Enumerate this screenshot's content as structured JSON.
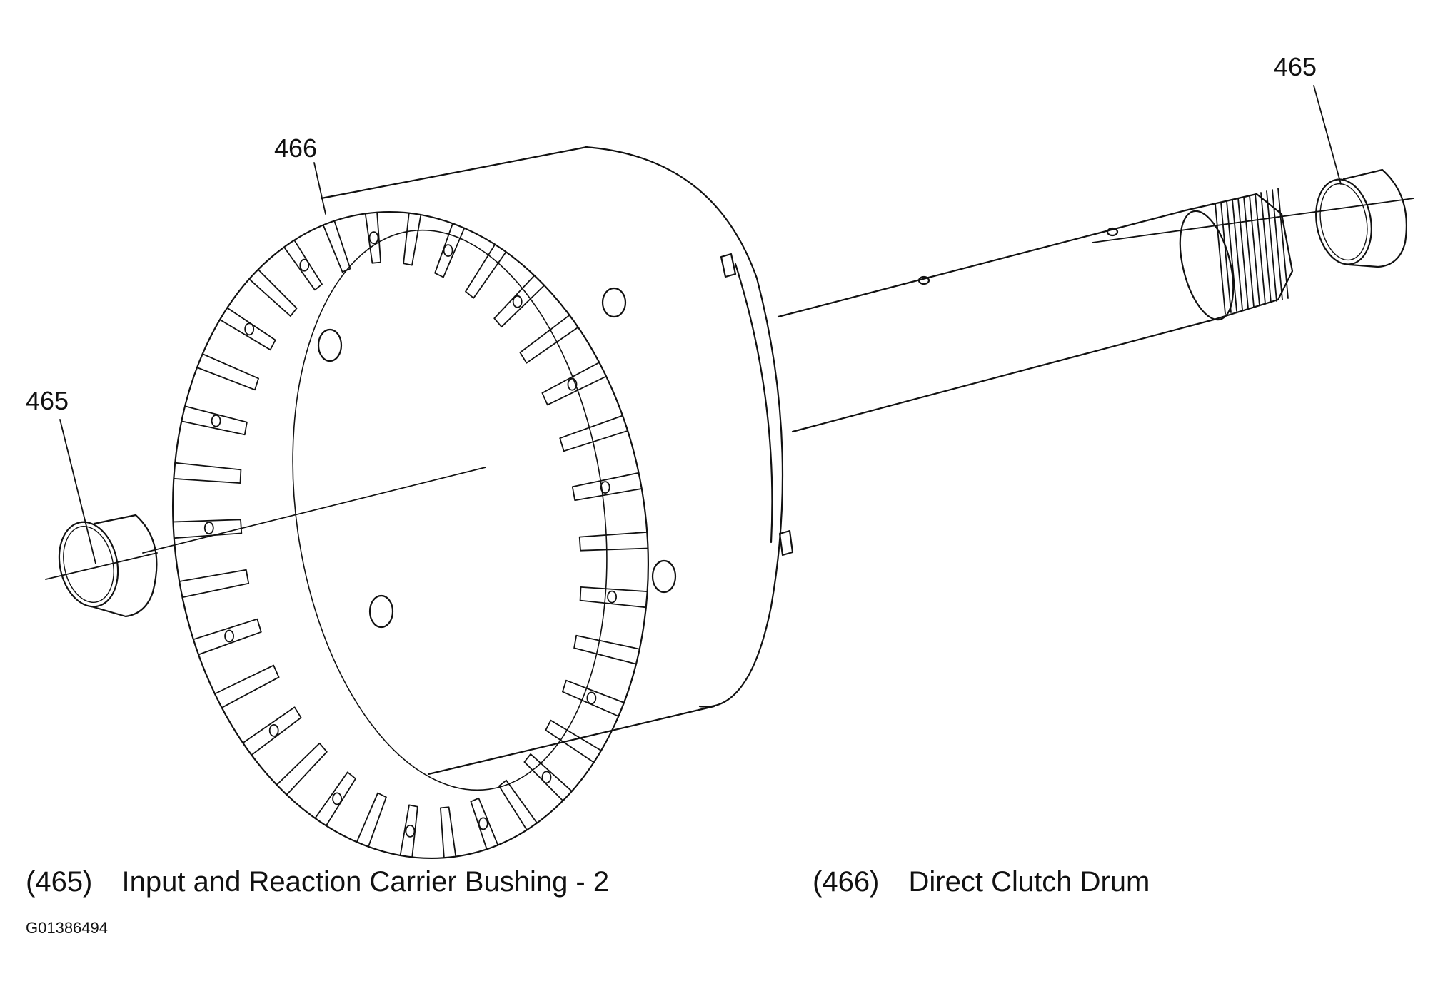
{
  "callouts": {
    "bushing_left": "465",
    "bushing_right": "465",
    "drum": "466"
  },
  "legend": [
    {
      "num": "(465)",
      "desc": "Input and Reaction Carrier Bushing - 2"
    },
    {
      "num": "(466)",
      "desc": "Direct Clutch Drum"
    }
  ],
  "figure_id": "G01386494"
}
